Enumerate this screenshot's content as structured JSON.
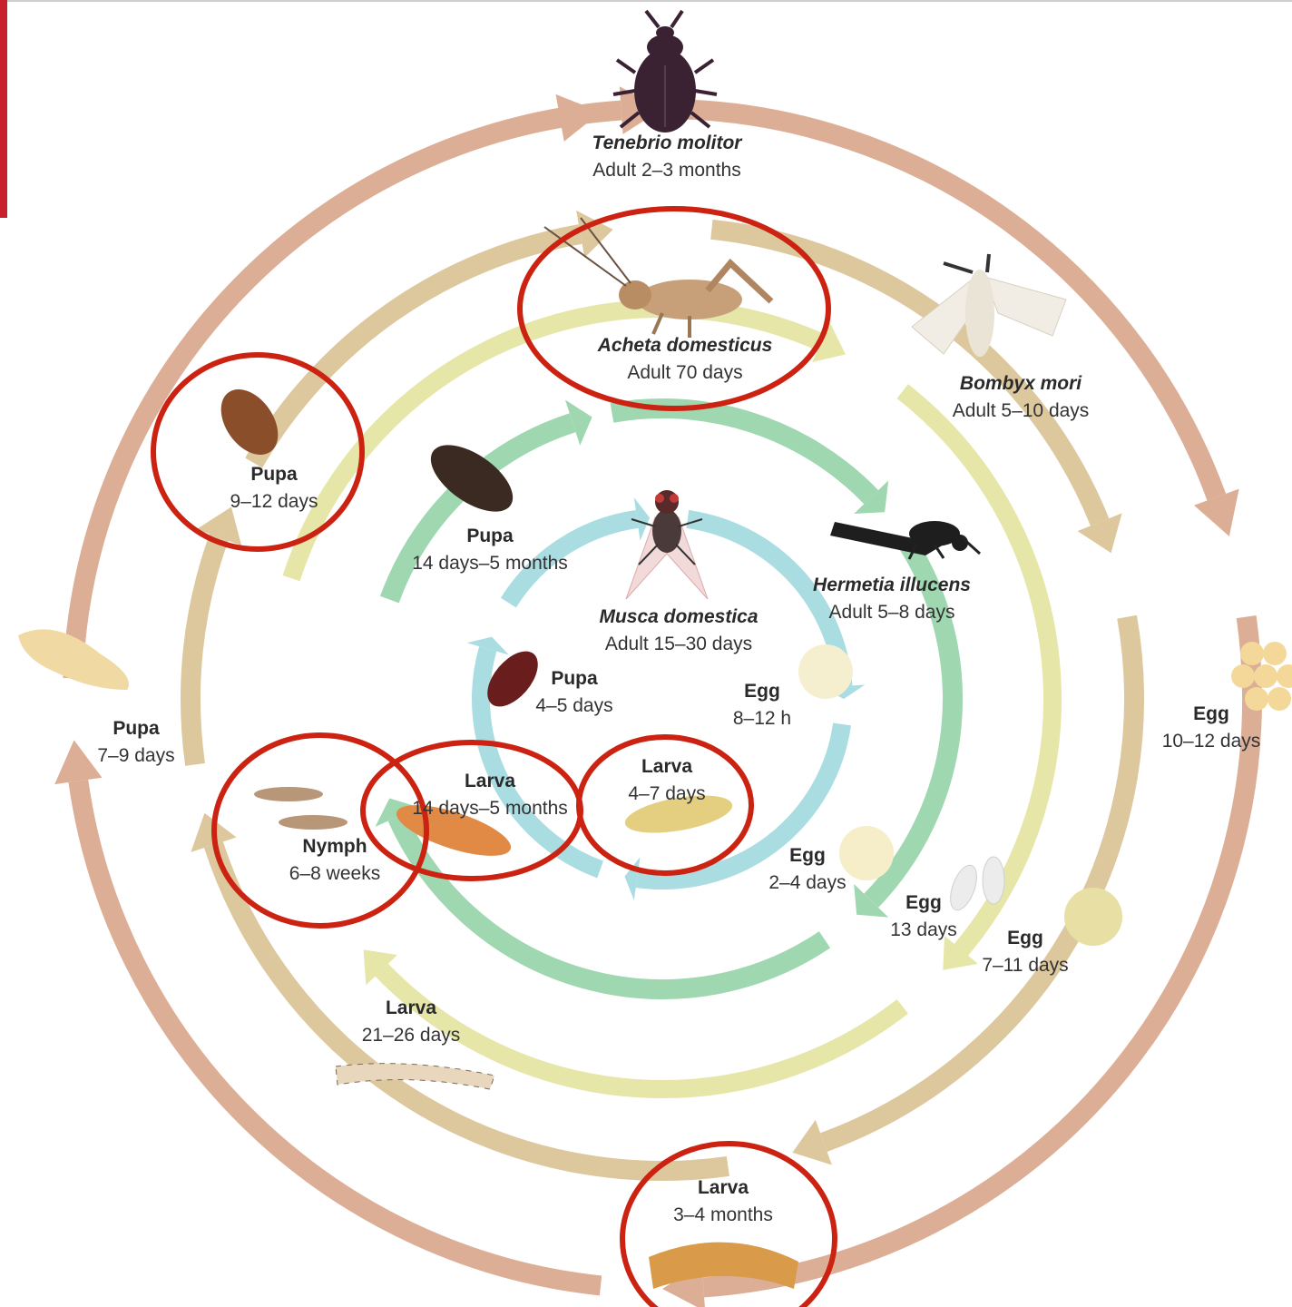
{
  "colors": {
    "ring_tenebrio": "#dcae96",
    "ring_bombyx": "#ddc89e",
    "ring_acheta": "#e6e6a8",
    "ring_hermetia": "#9fd8b0",
    "ring_musca": "#a9dde2",
    "highlight": "#cc2211",
    "accent_bar": "#c8202c"
  },
  "species": {
    "tenebrio": {
      "name": "Tenebrio molitor",
      "adult": "Adult 2–3 months",
      "icon": "beetle-icon"
    },
    "bombyx": {
      "name": "Bombyx mori",
      "adult": "Adult 5–10 days",
      "icon": "moth-icon"
    },
    "acheta": {
      "name": "Acheta domesticus",
      "adult": "Adult 70 days",
      "icon": "cricket-icon"
    },
    "hermetia": {
      "name": "Hermetia illucens",
      "adult": "Adult 5–8 days",
      "icon": "soldier-fly-icon"
    },
    "musca": {
      "name": "Musca domestica",
      "adult": "Adult 15–30 days",
      "icon": "housefly-icon"
    }
  },
  "stages": {
    "tenebrio_egg": {
      "name": "Egg",
      "duration": "10–12 days"
    },
    "tenebrio_larva": {
      "name": "Larva",
      "duration": "3–4 months"
    },
    "tenebrio_pupa": {
      "name": "Pupa",
      "duration": "7–9 days"
    },
    "bombyx_egg": {
      "name": "Egg",
      "duration": "7–11 days"
    },
    "bombyx_larva": {
      "name": "Larva",
      "duration": "21–26 days"
    },
    "bombyx_pupa": {
      "name": "Pupa",
      "duration": "9–12 days"
    },
    "acheta_egg": {
      "name": "Egg",
      "duration": "13 days"
    },
    "acheta_nymph": {
      "name": "Nymph",
      "duration": "6–8 weeks"
    },
    "hermetia_egg": {
      "name": "Egg",
      "duration": "2–4 days"
    },
    "hermetia_larva": {
      "name": "Larva",
      "duration": "14 days–5 months"
    },
    "hermetia_pupa": {
      "name": "Pupa",
      "duration": "14 days–5 months"
    },
    "musca_egg": {
      "name": "Egg",
      "duration": "8–12 h"
    },
    "musca_larva": {
      "name": "Larva",
      "duration": "4–7 days"
    },
    "musca_pupa": {
      "name": "Pupa",
      "duration": "4–5 days"
    }
  }
}
